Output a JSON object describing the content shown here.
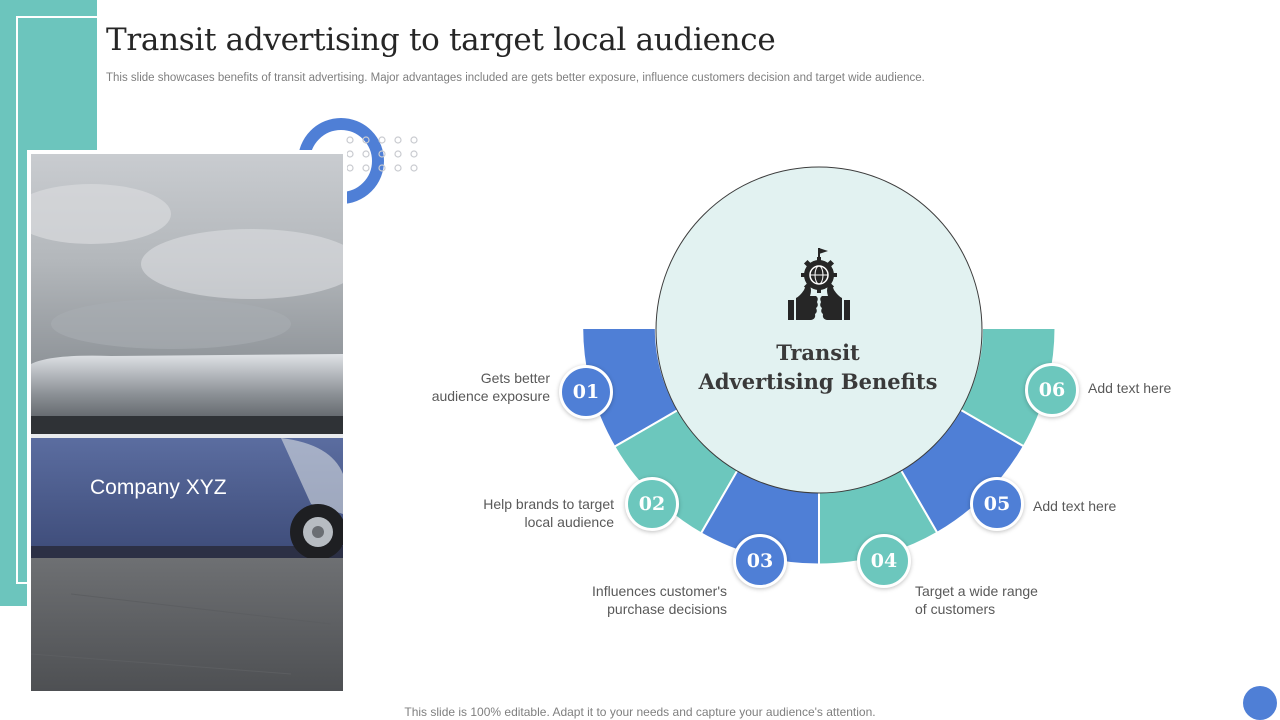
{
  "slide": {
    "title": "Transit advertising to target local audience",
    "subtitle": "This slide showcases benefits of transit advertising. Major advantages included are gets better exposure, influence customers decision and target wide audience.",
    "footer": "This slide is 100% editable. Adapt it to your needs and capture your audience's attention."
  },
  "image": {
    "company_label": "Company XYZ"
  },
  "diagram": {
    "center_title_line1": "Transit",
    "center_title_line2": "Advertising Benefits",
    "center_icon": "thumbs-up-globe-gear-icon",
    "items": [
      {
        "number": "01",
        "line1": "Gets better",
        "line2": "audience exposure"
      },
      {
        "number": "02",
        "line1": "Help brands to target",
        "line2": "local audience"
      },
      {
        "number": "03",
        "line1": "Influences customer's",
        "line2": "purchase decisions"
      },
      {
        "number": "04",
        "line1": "Target a wide range",
        "line2": "of customers"
      },
      {
        "number": "05",
        "line1": "Add text here",
        "line2": ""
      },
      {
        "number": "06",
        "line1": "Add text here",
        "line2": ""
      }
    ]
  },
  "colors": {
    "accent_blue": "#4f7fd6",
    "accent_teal": "#6cc7bd",
    "center_fill": "#e2f2f1",
    "side_band": "#6cc5bd"
  }
}
